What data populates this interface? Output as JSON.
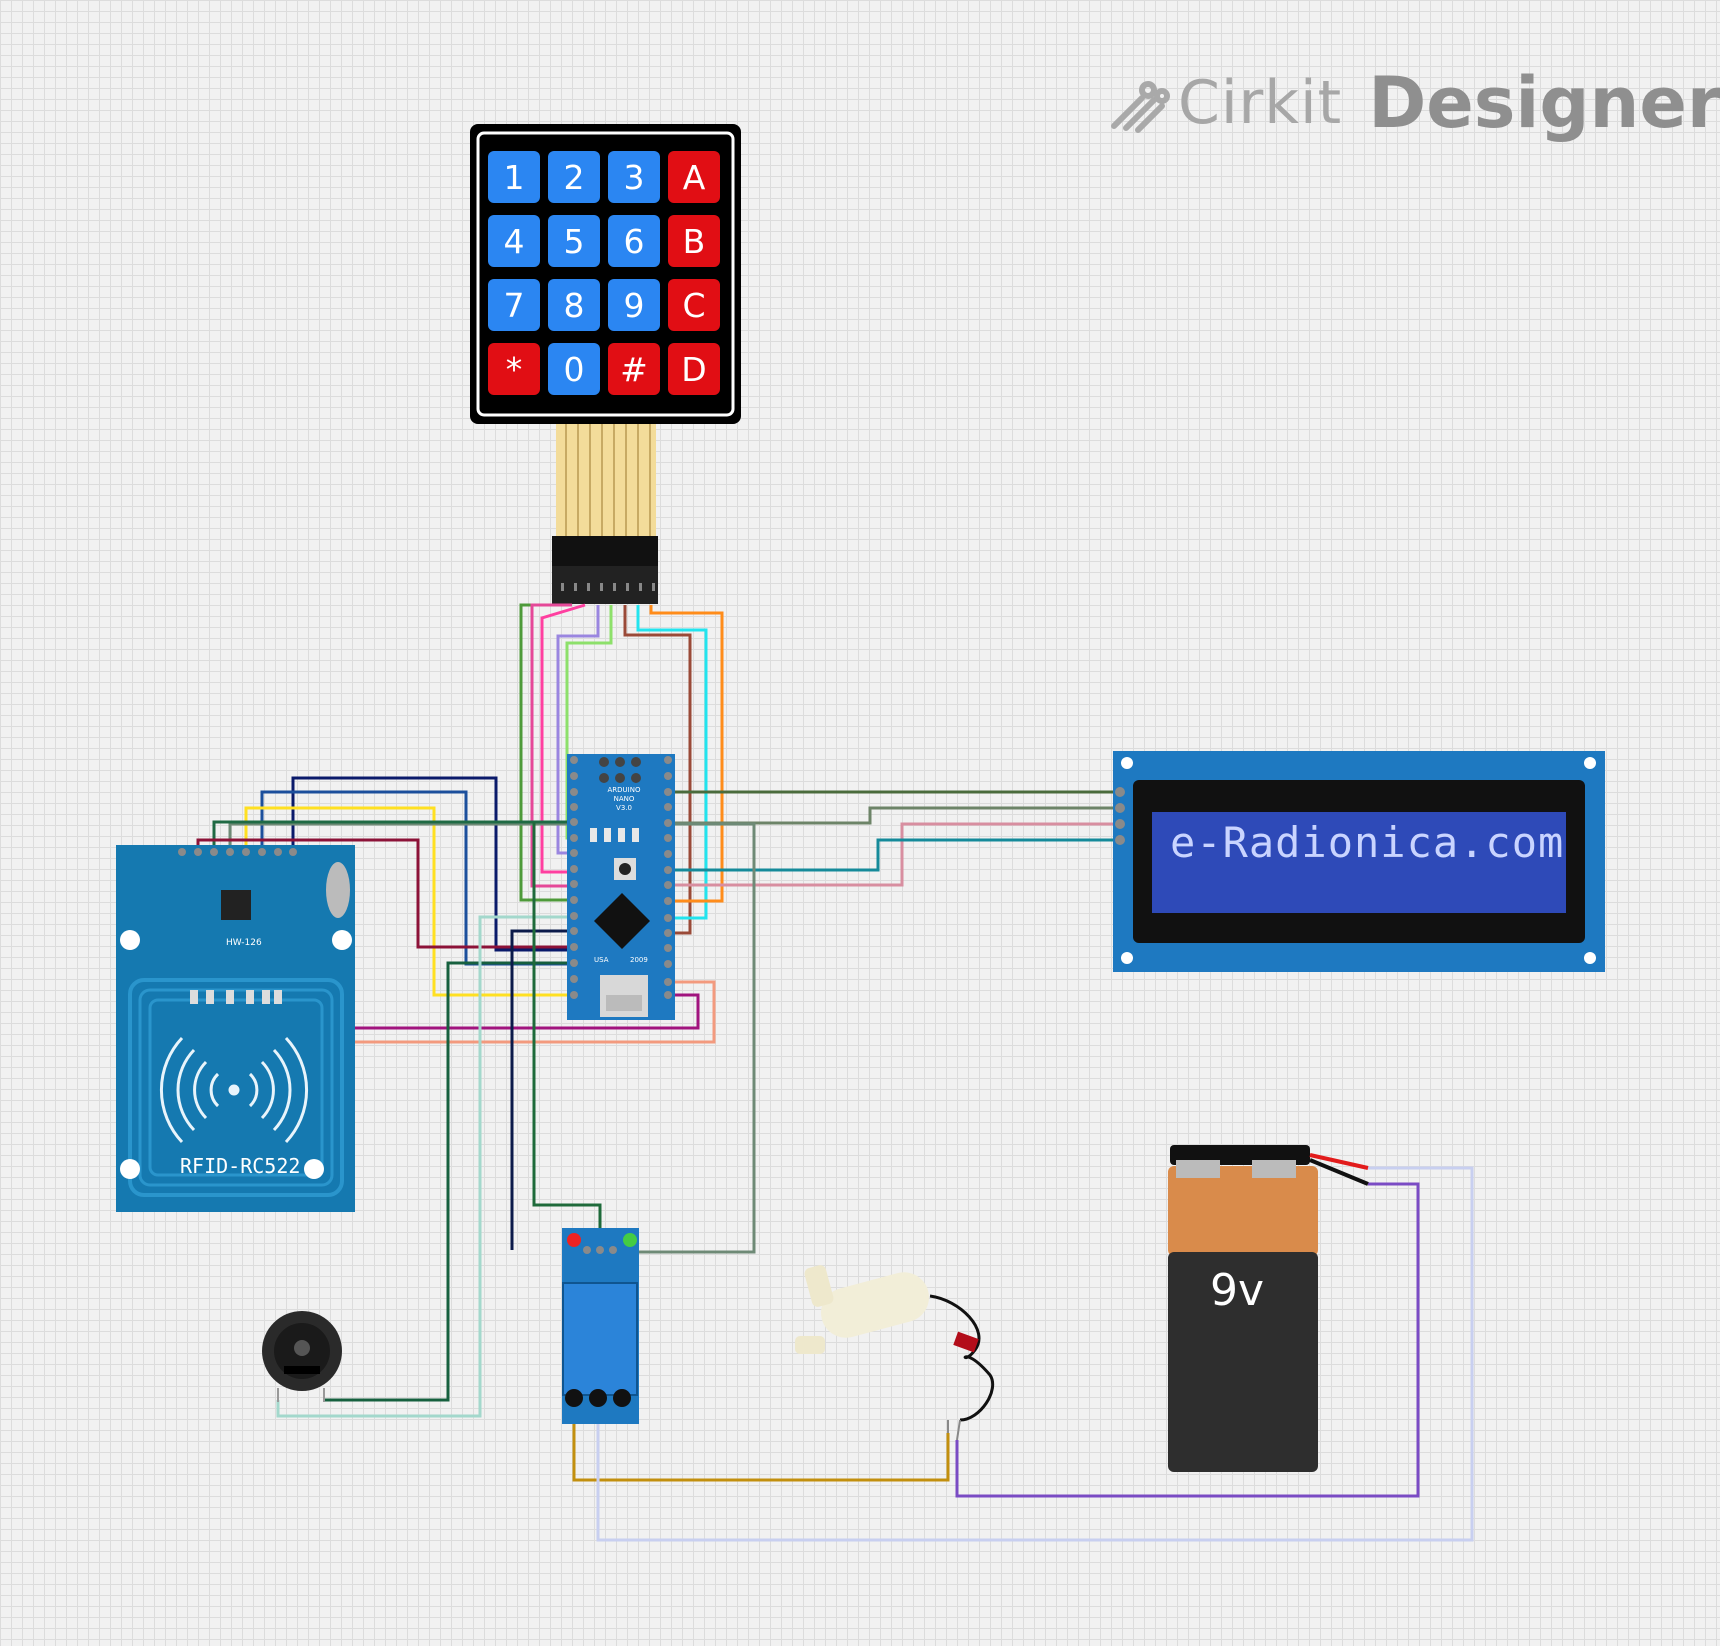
{
  "brand": {
    "name_light": "Cirkit",
    "name_bold": "Designer"
  },
  "keypad": {
    "keys": [
      {
        "label": "1",
        "color": "blue"
      },
      {
        "label": "2",
        "color": "blue"
      },
      {
        "label": "3",
        "color": "blue"
      },
      {
        "label": "A",
        "color": "red"
      },
      {
        "label": "4",
        "color": "blue"
      },
      {
        "label": "5",
        "color": "blue"
      },
      {
        "label": "6",
        "color": "blue"
      },
      {
        "label": "B",
        "color": "red"
      },
      {
        "label": "7",
        "color": "blue"
      },
      {
        "label": "8",
        "color": "blue"
      },
      {
        "label": "9",
        "color": "blue"
      },
      {
        "label": "C",
        "color": "red"
      },
      {
        "label": "*",
        "color": "red"
      },
      {
        "label": "0",
        "color": "blue"
      },
      {
        "label": "#",
        "color": "red"
      },
      {
        "label": "D",
        "color": "red"
      }
    ]
  },
  "lcd": {
    "text": "e-Radionica.com"
  },
  "battery": {
    "label": "9v"
  },
  "rfid": {
    "label": "RFID-RC522",
    "chip": "HW-126"
  },
  "arduino": {
    "name": "ARDUINO",
    "model": "NANO",
    "version": "V3.0",
    "origin": "USA",
    "year": "2009"
  },
  "colors": {
    "board_blue": "#1e79c1",
    "lcd_screen": "#2e4ab8",
    "battery_top": "#d98b4b",
    "battery_body": "#2e2e2e"
  }
}
